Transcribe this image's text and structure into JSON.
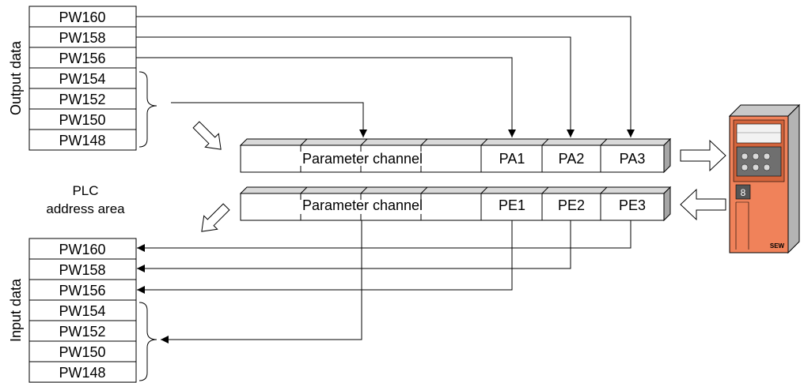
{
  "output_data": {
    "side_label": "Output data",
    "registers": [
      "PW160",
      "PW158",
      "PW156",
      "PW154",
      "PW152",
      "PW150",
      "PW148"
    ]
  },
  "input_data": {
    "side_label": "Input data",
    "registers": [
      "PW160",
      "PW158",
      "PW156",
      "PW154",
      "PW152",
      "PW150",
      "PW148"
    ]
  },
  "plc_label": {
    "line1": "PLC",
    "line2": "address area"
  },
  "output_bus": {
    "parameter_channel": "Parameter channel",
    "process_words": [
      "PA1",
      "PA2",
      "PA3"
    ]
  },
  "input_bus": {
    "parameter_channel": "Parameter channel",
    "process_words": [
      "PE1",
      "PE2",
      "PE3"
    ]
  },
  "device": {
    "brand": "SEW",
    "display_digit": "8",
    "colors": {
      "body": "#f0825a",
      "body_dark": "#d2643c",
      "side": "#c8c8c8"
    }
  }
}
